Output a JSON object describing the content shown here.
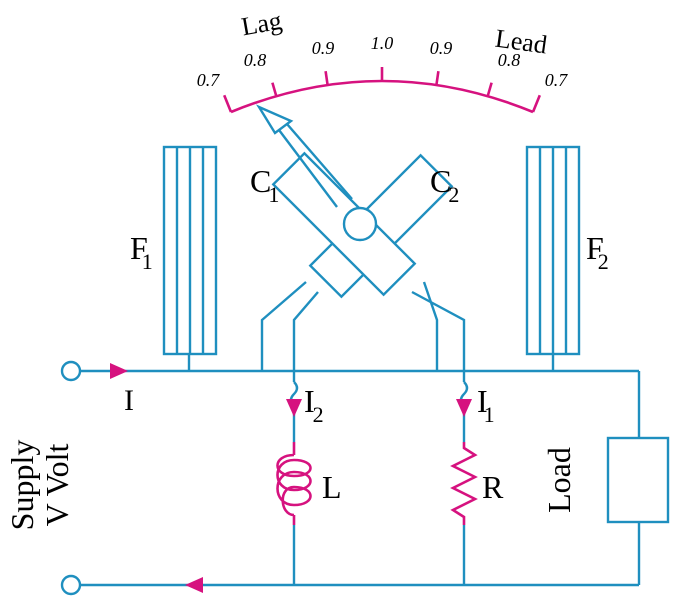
{
  "colors": {
    "wire": "#1f8fbf",
    "accent": "#d6127f",
    "text": "#000000"
  },
  "scale": {
    "lag_label": "Lag",
    "lead_label": "Lead",
    "ticks": [
      "0.7",
      "0.8",
      "0.9",
      "1.0",
      "0.9",
      "0.8",
      "0.7"
    ]
  },
  "coils": {
    "c1": {
      "letter": "C",
      "sub": "1"
    },
    "c2": {
      "letter": "C",
      "sub": "2"
    },
    "f1": {
      "letter": "F",
      "sub": "1"
    },
    "f2": {
      "letter": "F",
      "sub": "2"
    }
  },
  "currents": {
    "line": "I",
    "i2": {
      "letter": "I",
      "sub": "2"
    },
    "i1": {
      "letter": "I",
      "sub": "1"
    }
  },
  "components": {
    "inductor": "L",
    "resistor": "R",
    "load": "Load"
  },
  "supply": {
    "line1": "Supply",
    "line2": "V Volt"
  }
}
